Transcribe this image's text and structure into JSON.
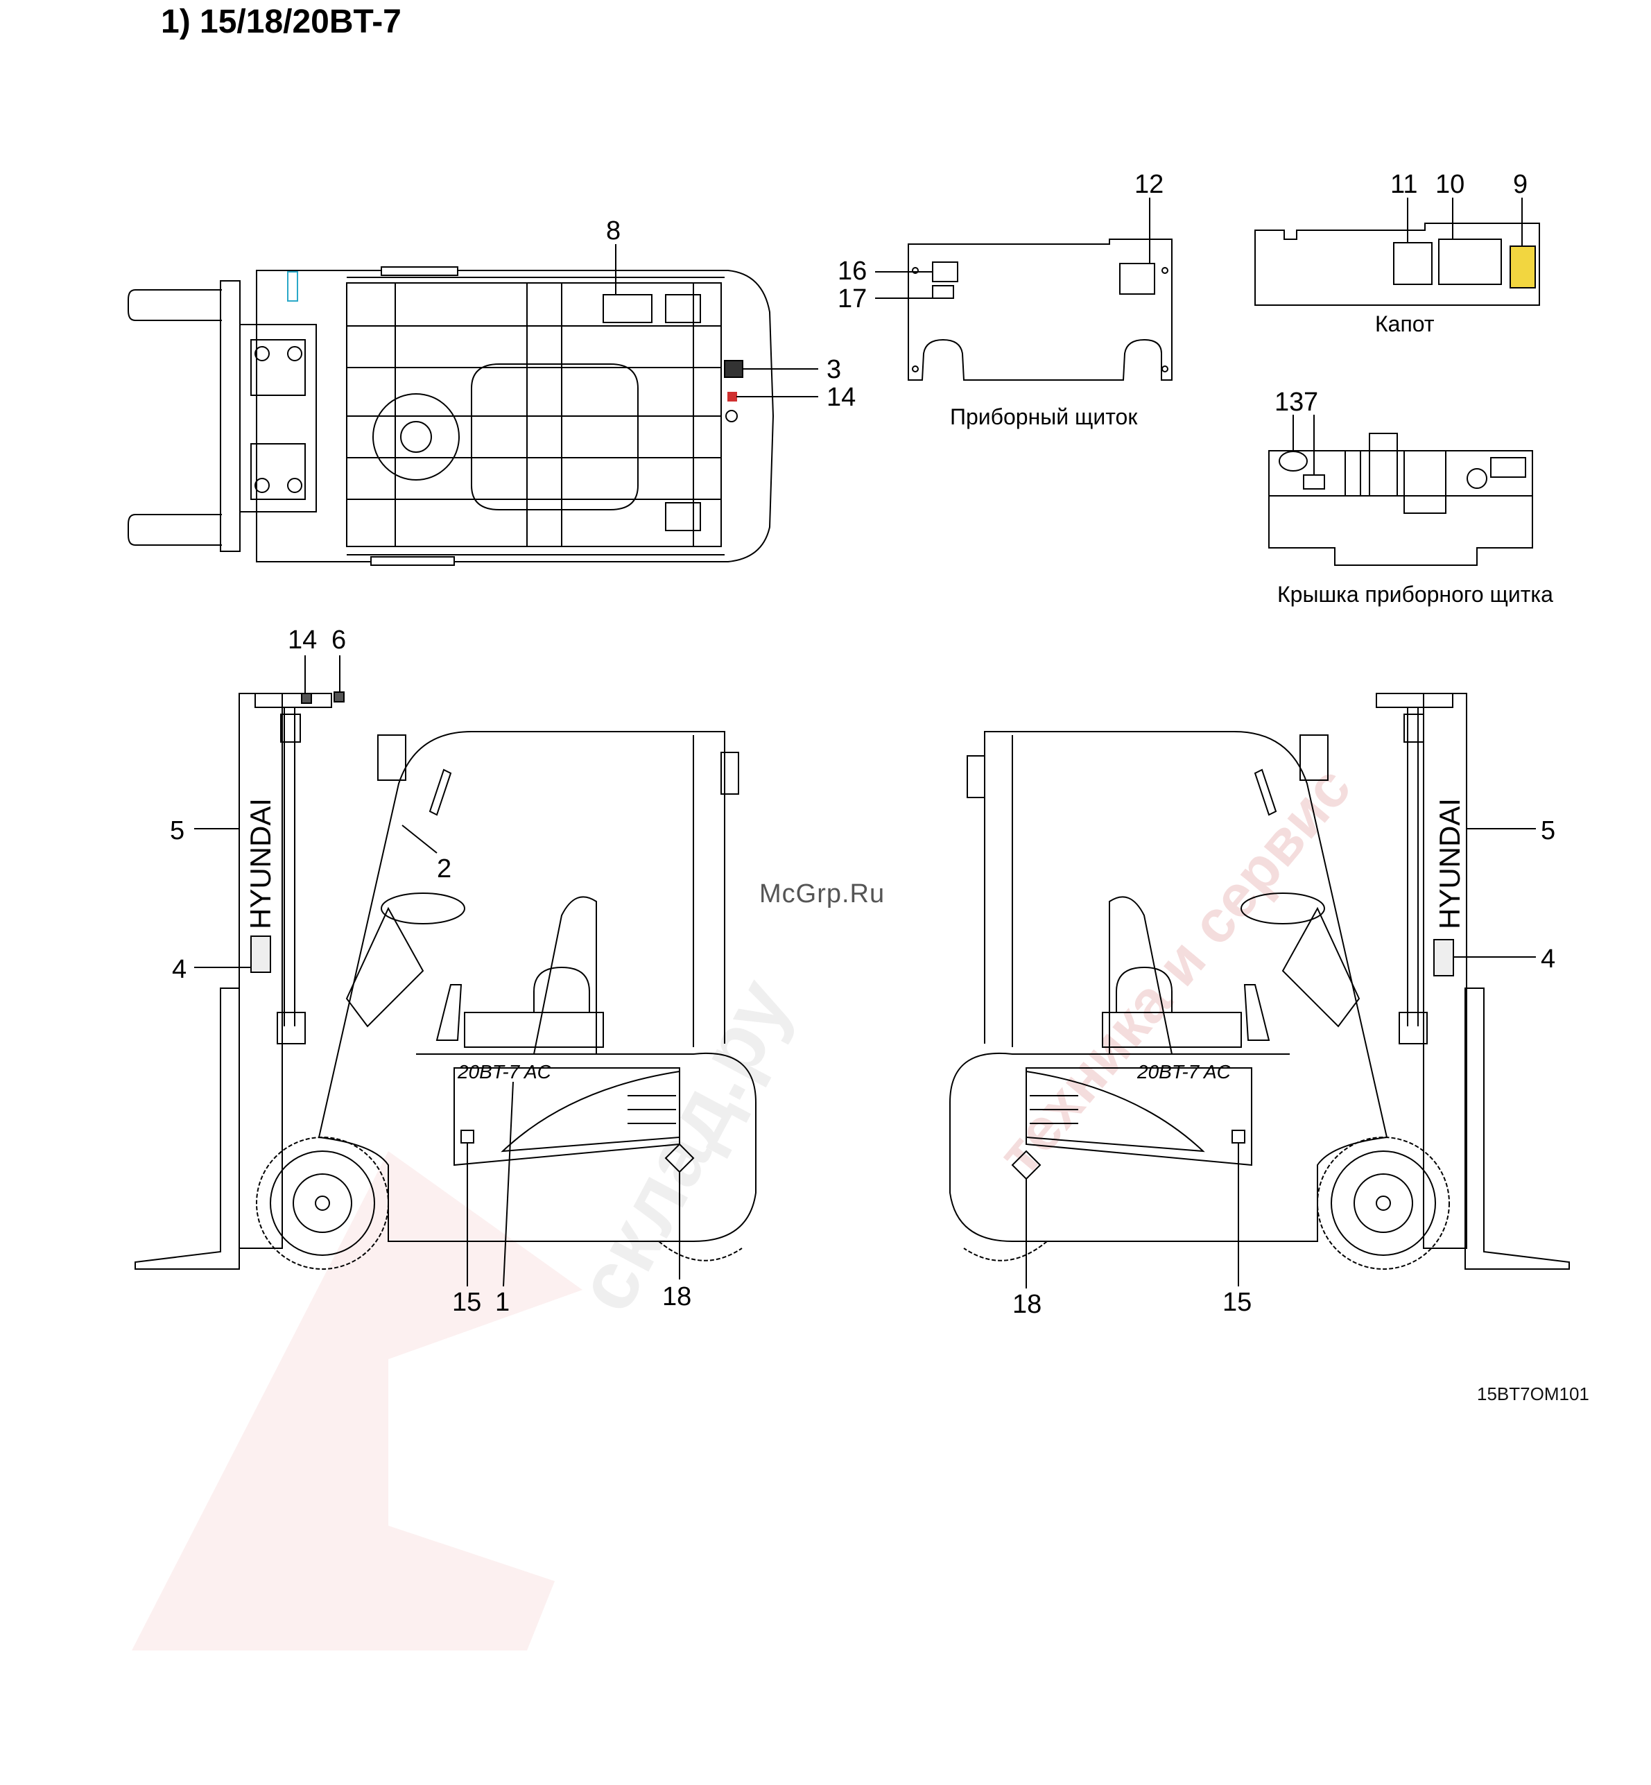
{
  "title": "1) 15/18/20BT-7",
  "drawing_code": "15BT7OM101",
  "site_mark": "McGrp.Ru",
  "watermark": {
    "main": "склад.ру",
    "sub": "техника и сервис",
    "color": "#c42d2d"
  },
  "captions": {
    "dash_panel": "Приборный щиток",
    "hood": "Капот",
    "dash_cover": "Крышка приборного щитка"
  },
  "labels": {
    "mast_brand": "HYUNDAI",
    "model_badge": "20BT-7 AC"
  },
  "callouts": {
    "top_view": [
      "8",
      "3",
      "14"
    ],
    "dash_panel": [
      "12",
      "16",
      "17"
    ],
    "hood": [
      "11",
      "10",
      "9"
    ],
    "dash_cover": [
      "13",
      "7"
    ],
    "left_view": [
      "14",
      "6",
      "5",
      "2",
      "4",
      "15",
      "1",
      "18"
    ],
    "right_view": [
      "5",
      "4",
      "18",
      "15"
    ]
  }
}
